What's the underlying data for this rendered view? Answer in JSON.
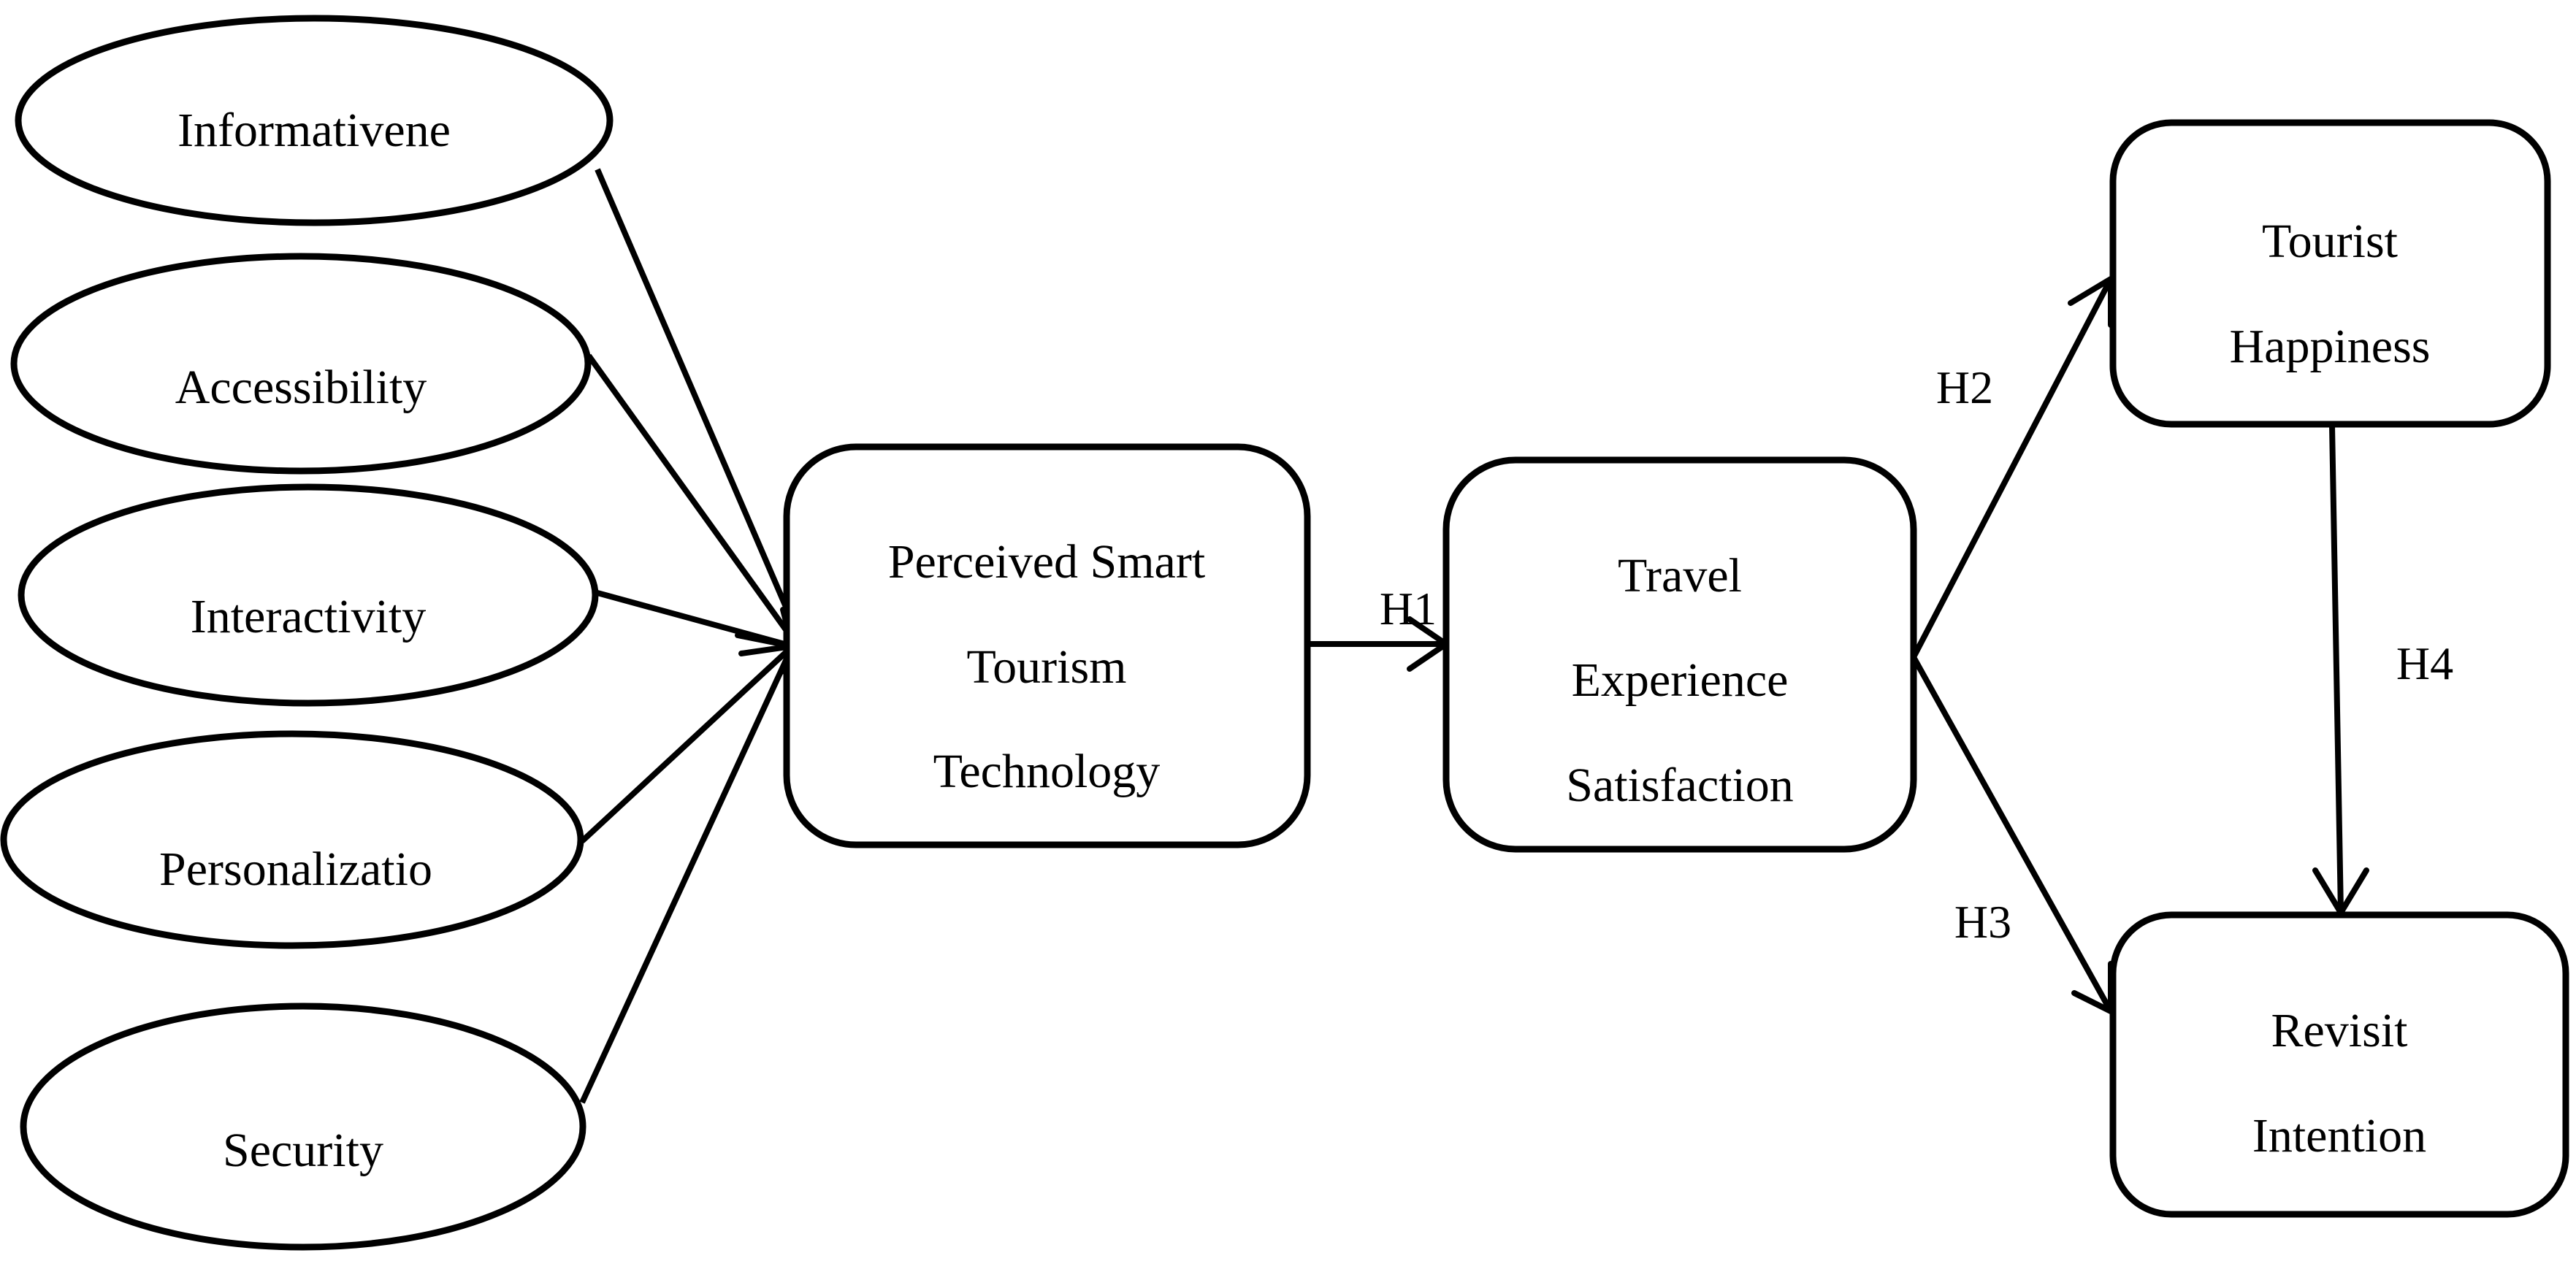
{
  "constructs": {
    "informativeness": "Informativene",
    "accessibility": "Accessibility",
    "interactivity": "Interactivity",
    "personalization": "Personalizatio",
    "security": "Security"
  },
  "boxes": {
    "pstt": {
      "line1": "Perceived Smart",
      "line2": "Tourism",
      "line3": "Technology"
    },
    "tes": {
      "line1": "Travel",
      "line2": "Experience",
      "line3": "Satisfaction"
    },
    "th": {
      "line1": "Tourist",
      "line2": "Happiness"
    },
    "ri": {
      "line1": "Revisit",
      "line2": "Intention"
    }
  },
  "hypotheses": {
    "h1": "H1",
    "h2": "H2",
    "h3": "H3",
    "h4": "H4"
  }
}
